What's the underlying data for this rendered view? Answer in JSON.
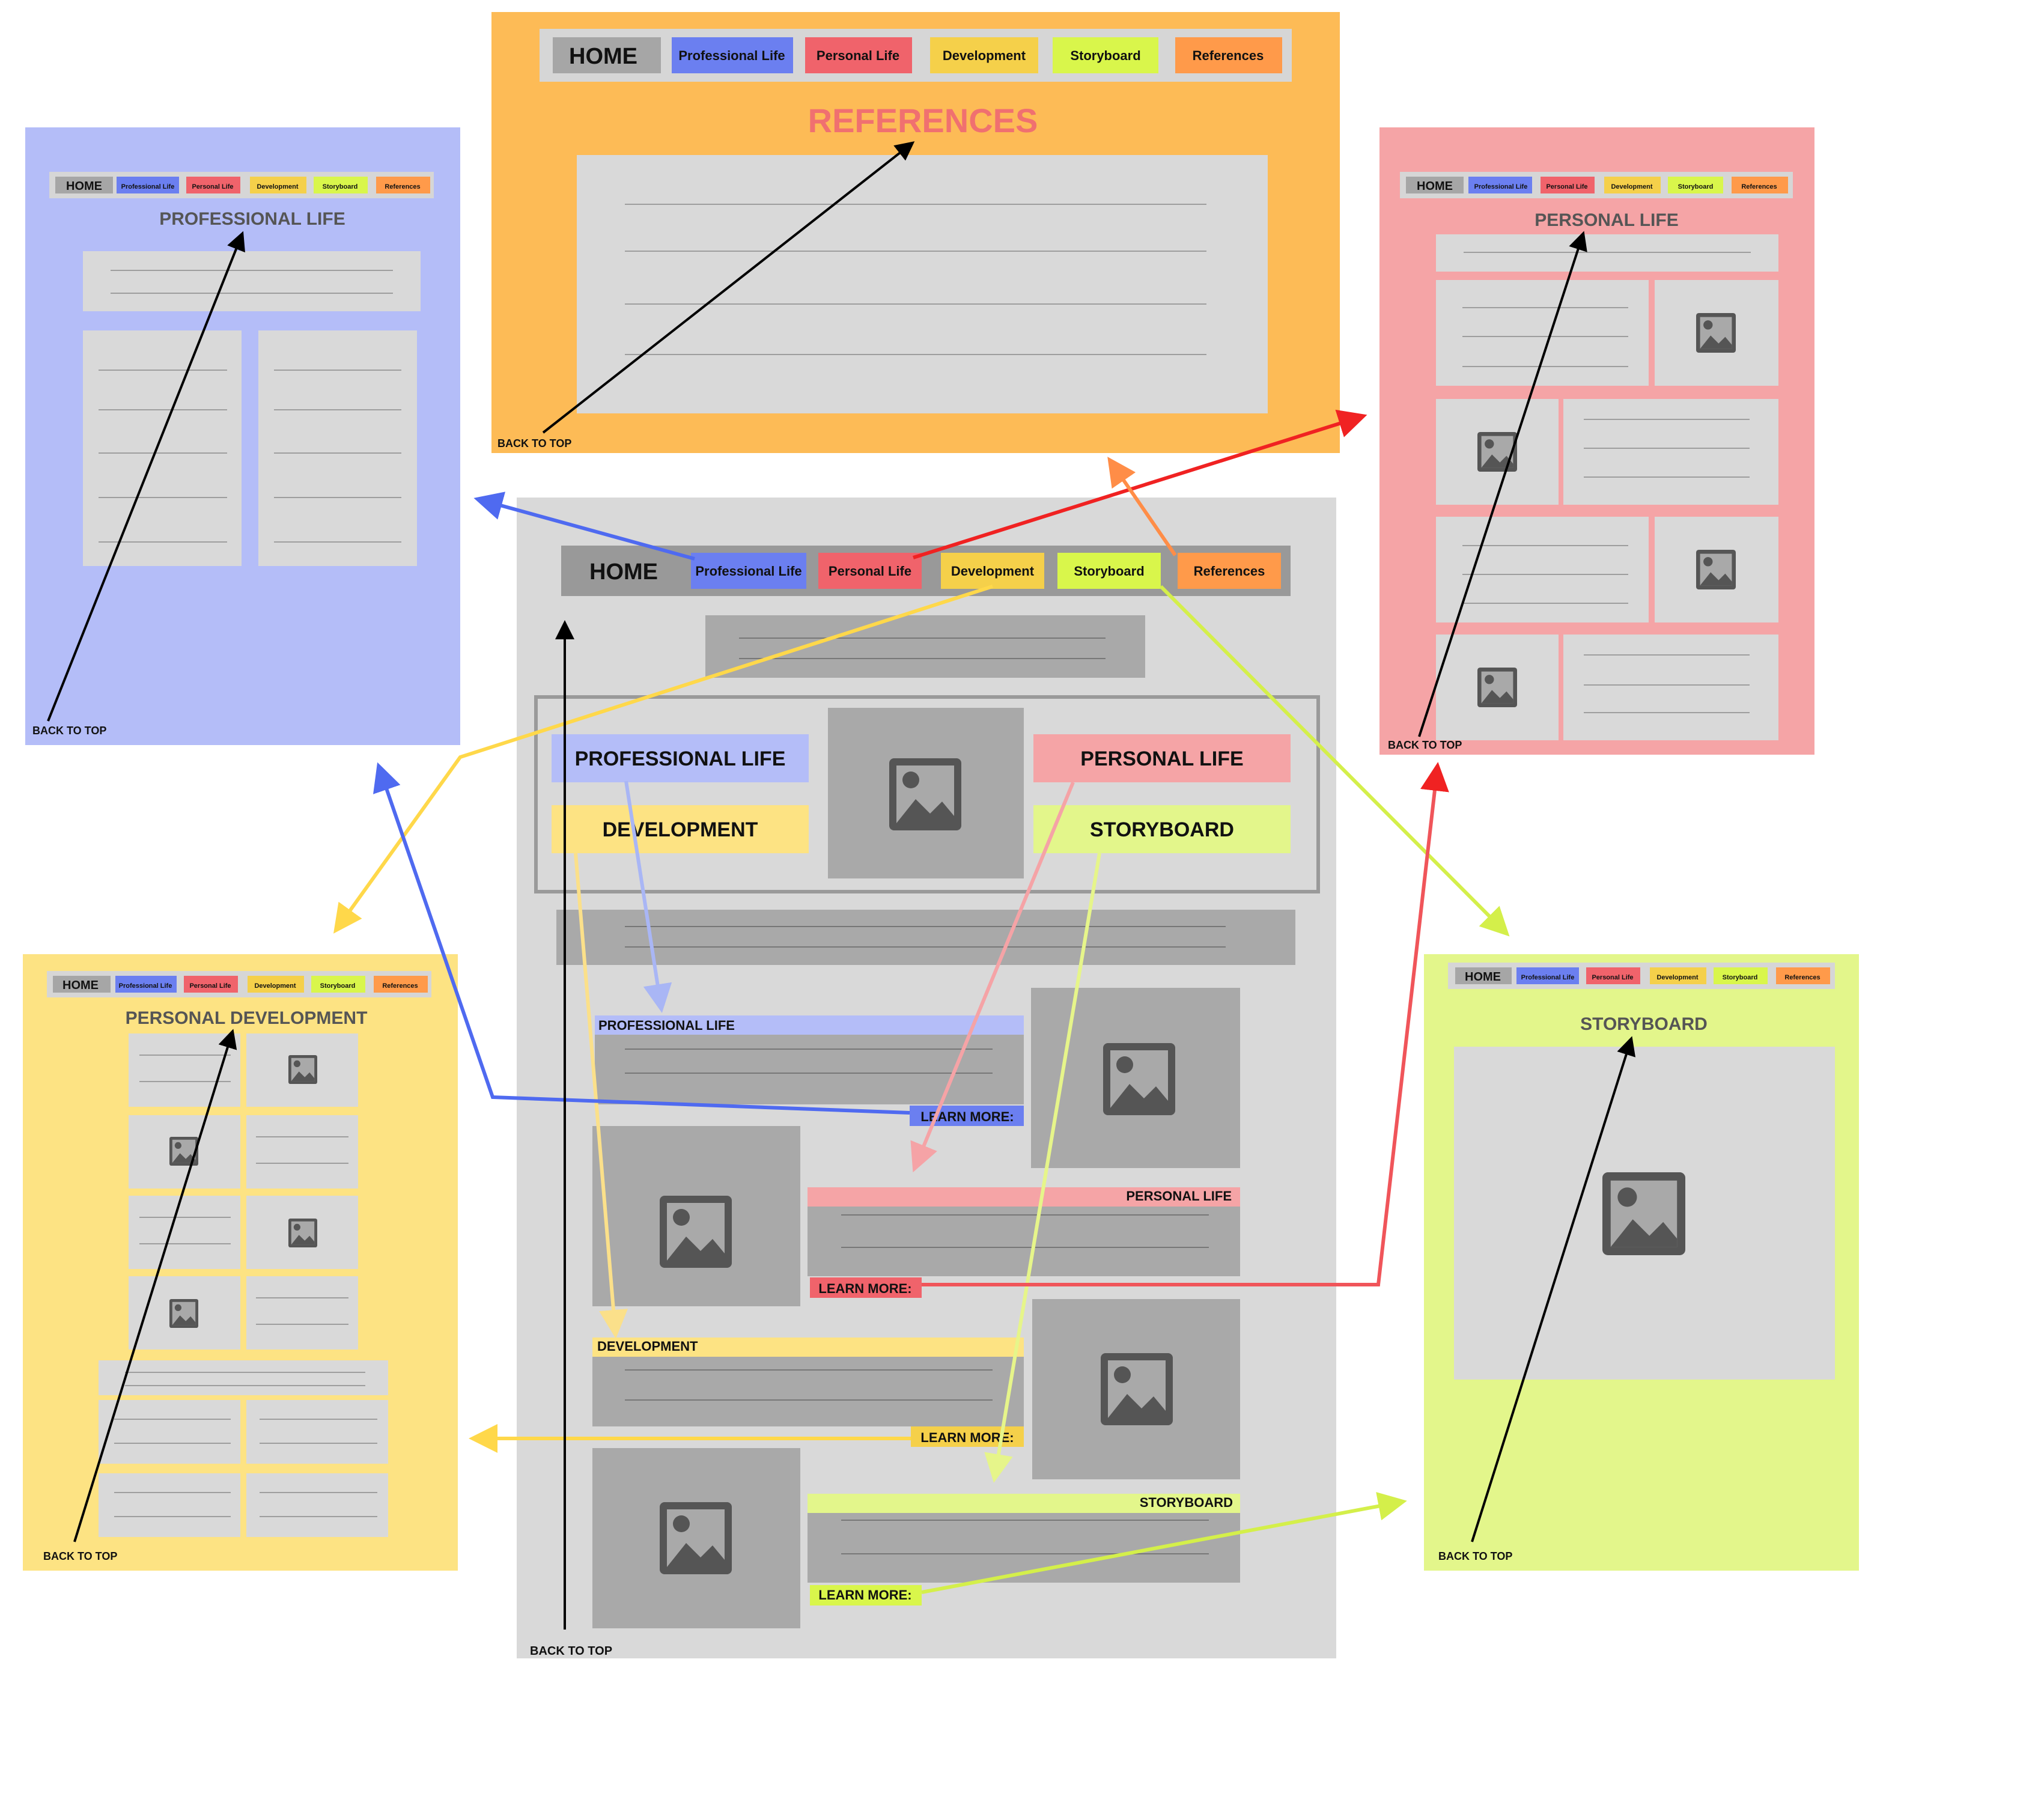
{
  "nav_labels": {
    "home": "HOME",
    "professional": "Professional Life",
    "personal": "Personal Life",
    "development": "Development",
    "storyboard": "Storyboard",
    "references": "References"
  },
  "colors": {
    "professional": "#6b7ff0",
    "personal": "#f0636b",
    "development": "#f5d04a",
    "storyboard": "#d9f64b",
    "references": "#ff9a4a",
    "home": "#a6a6a6",
    "arrow_professional": "#4f6af0",
    "arrow_personal": "#f02222",
    "arrow_development": "#ffd84a",
    "arrow_storyboard": "#d4ef4a",
    "arrow_references": "#ff8d47"
  },
  "home_page": {
    "feature_professional": "PROFESSIONAL LIFE",
    "feature_personal": "PERSONAL LIFE",
    "feature_development": "DEVELOPMENT",
    "feature_storyboard": "STORYBOARD",
    "section_professional": "PROFESSIONAL LIFE",
    "section_personal": "PERSONAL LIFE",
    "section_development": "DEVELOPMENT",
    "section_storyboard": "STORYBOARD",
    "learn_more": "LEARN MORE:",
    "back_to_top": "BACK TO TOP"
  },
  "pages": {
    "professional": {
      "title": "PROFESSIONAL LIFE",
      "back": "BACK TO TOP"
    },
    "references": {
      "title": "REFERENCES",
      "back": "BACK TO TOP"
    },
    "personal": {
      "title": "PERSONAL LIFE",
      "back": "BACK TO TOP"
    },
    "development": {
      "title": "PERSONAL DEVELOPMENT",
      "back": "BACK TO TOP"
    },
    "storyboard": {
      "title": "STORYBOARD",
      "back": "BACK TO TOP"
    }
  }
}
